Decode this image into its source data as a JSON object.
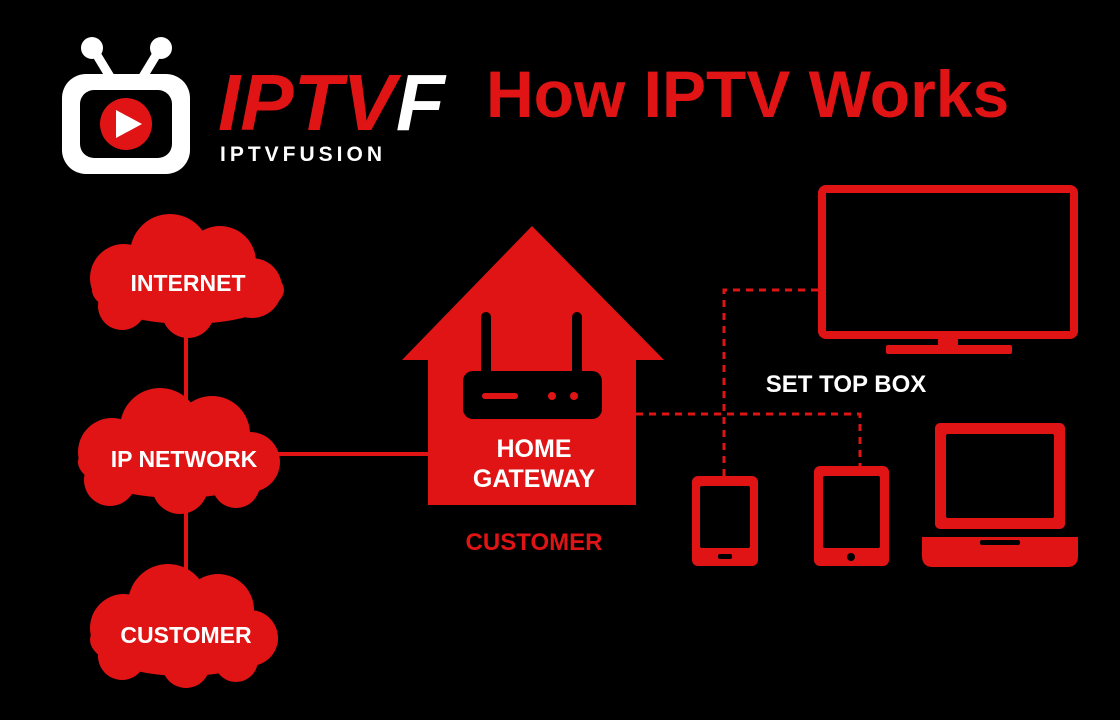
{
  "brand": {
    "logo_icon": "tv-play-icon",
    "name_red": "IPTV",
    "name_white": "F",
    "subtitle": "IPTVFUSION"
  },
  "header": {
    "title": "How IPTV Works"
  },
  "clouds": {
    "internet": "INTERNET",
    "ip_network": "IP NETWORK",
    "customer": "CUSTOMER"
  },
  "gateway": {
    "line1": "HOME",
    "line2": "GATEWAY",
    "caption": "CUSTOMER",
    "icon": "router-icon"
  },
  "devices": {
    "tv_label": "SET TOP BOX",
    "tv_icon": "tv-icon",
    "tablet_icons": [
      "tablet-icon",
      "tablet-icon"
    ],
    "laptop_icon": "laptop-icon"
  },
  "colors": {
    "background": "#000000",
    "accent": "#e01414",
    "text_on_red": "#ffffff",
    "text_white": "#ffffff"
  }
}
